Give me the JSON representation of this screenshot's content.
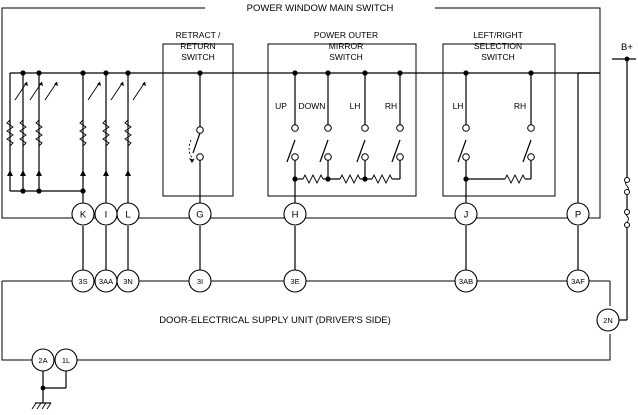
{
  "main_switch": {
    "title": "POWER WINDOW MAIN SWITCH"
  },
  "retract_switch": {
    "title_line1": "RETRACT /",
    "title_line2": "RETURN",
    "title_line3": "SWITCH"
  },
  "mirror_switch": {
    "title_line1": "POWER OUTER",
    "title_line2": "MIRROR",
    "title_line3": "SWITCH",
    "labels": [
      "UP",
      "DOWN",
      "LH",
      "RH"
    ]
  },
  "selection_switch": {
    "title_line1": "LEFT/RIGHT",
    "title_line2": "SELECTION",
    "title_line3": "SWITCH",
    "labels": [
      "LH",
      "RH"
    ]
  },
  "power": {
    "label": "B+"
  },
  "switch_terminals": [
    "K",
    "I",
    "L",
    "G",
    "H",
    "J",
    "P"
  ],
  "supply_unit": {
    "title": "DOOR-ELECTRICAL SUPPLY UNIT (DRIVER'S SIDE)",
    "top_pins": [
      "3S",
      "3AA",
      "3N",
      "3I",
      "3E",
      "3AB",
      "3AF"
    ],
    "right_pin": "2N",
    "bottom_pins": [
      "2A",
      "1L"
    ]
  }
}
